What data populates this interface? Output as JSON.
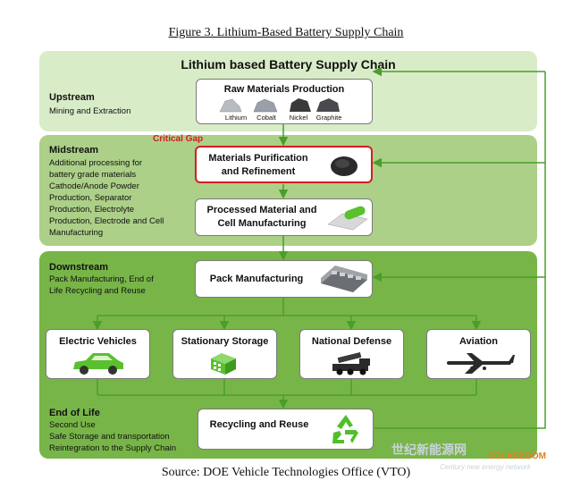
{
  "figure_caption": "Figure 3.  Lithium-Based Battery Supply Chain",
  "diagram_title": "Lithium based Battery Supply Chain",
  "source": "Source: DOE Vehicle Technologies Office (VTO)",
  "critical_gap": "Critical Gap",
  "colors": {
    "upstream": "#d9ecc8",
    "midstream": "#acd088",
    "downstream": "#78b548",
    "arrow": "#4a9e2a",
    "critical": "#d21f1f"
  },
  "stages": {
    "upstream": {
      "title": "Upstream",
      "desc": "Mining and Extraction"
    },
    "midstream": {
      "title": "Midstream",
      "desc": "Additional processing for\nbattery grade materials\nCathode/Anode Powder\nProduction, Separator\nProduction, Electrolyte\nProduction, Electrode and Cell\nManufacturing"
    },
    "downstream": {
      "title": "Downstream",
      "desc": "Pack Manufacturing, End of\nLife Recycling and Reuse"
    },
    "end_of_life": {
      "title": "End of Life",
      "desc": "Second Use\nSafe Storage and transportation\nReintegration to the Supply Chain"
    }
  },
  "boxes": {
    "raw": "Raw Materials Production",
    "purification": "Materials Purification\nand Refinement",
    "processed": "Processed Material and\nCell Manufacturing",
    "pack": "Pack Manufacturing",
    "recycling": "Recycling and Reuse"
  },
  "materials": [
    "Lithium",
    "Cobalt",
    "Nickel",
    "Graphite"
  ],
  "applications": [
    "Electric Vehicles",
    "Stationary Storage",
    "National Defense",
    "Aviation"
  ],
  "icons": {
    "ev": "car-icon",
    "storage": "battery-grid-icon",
    "defense": "missile-launcher-icon",
    "aviation": "airplane-icon",
    "recycling": "recycle-icon"
  },
  "watermark": {
    "brand": "SOLARZOOM",
    "site_cn": "世纪新能源网",
    "site_en": "Century new energy network"
  }
}
